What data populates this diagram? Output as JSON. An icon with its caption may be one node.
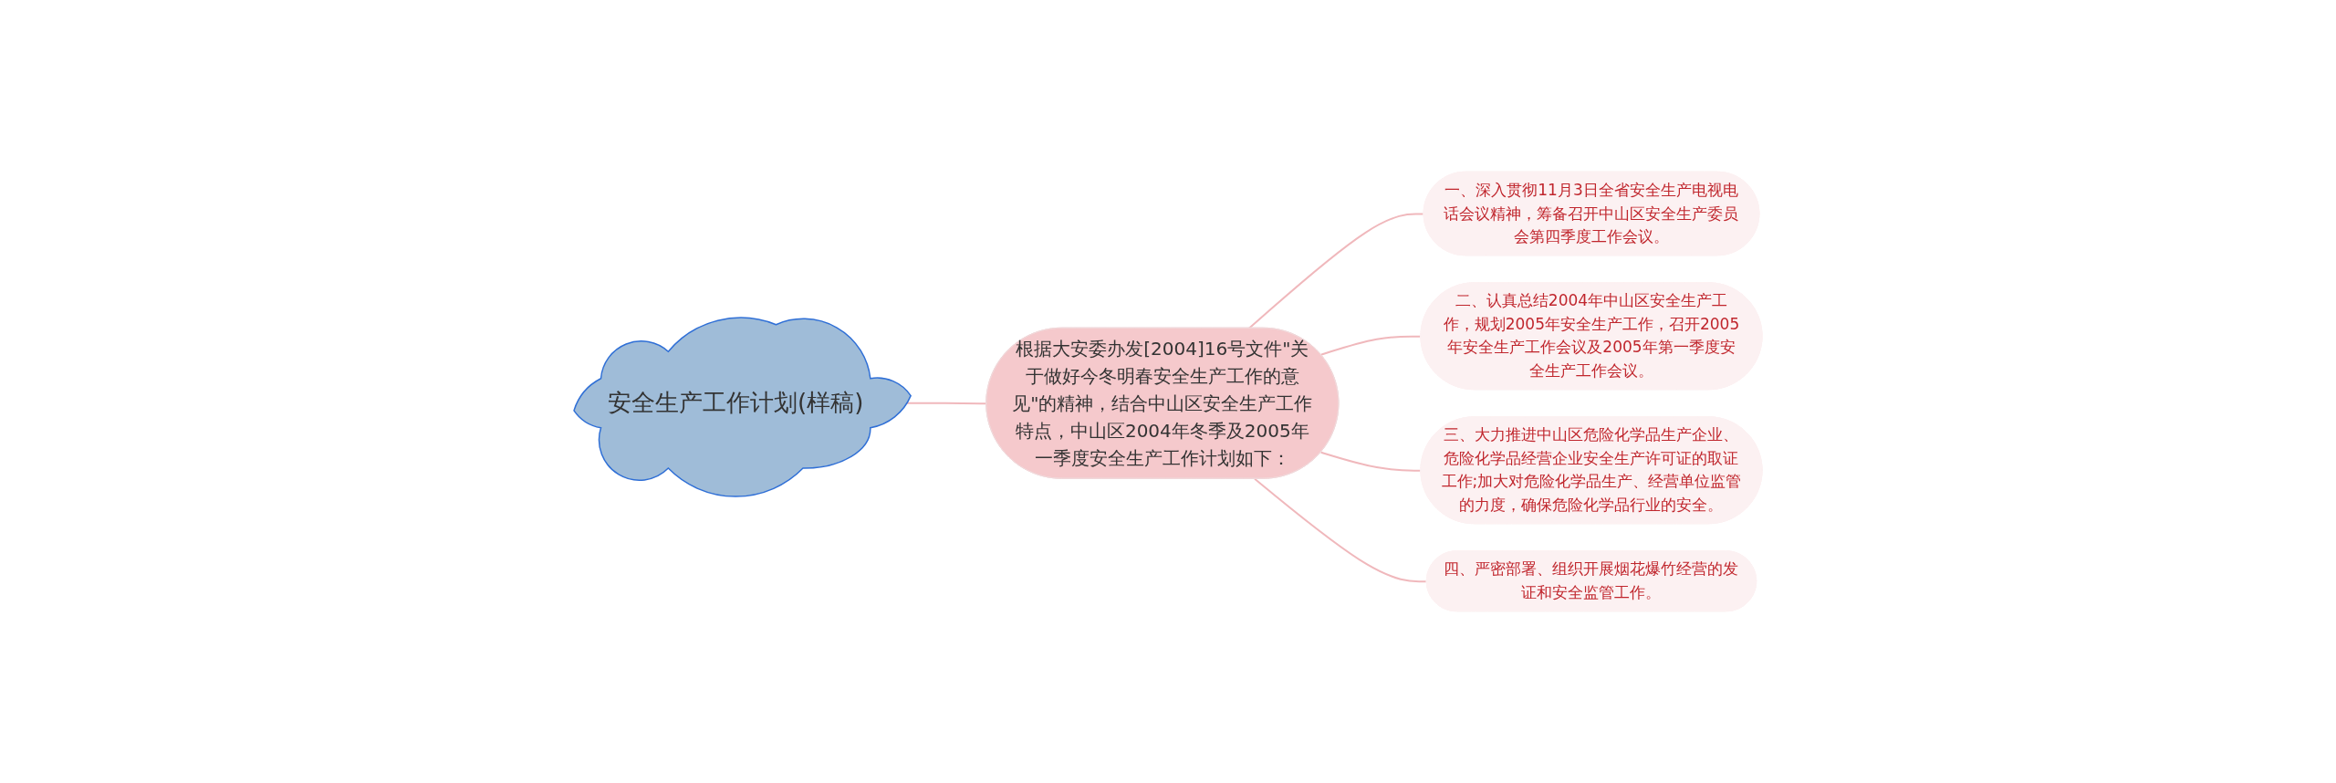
{
  "diagram": {
    "nodes": [
      {
        "text": [
          "安全生产工作计划(样稿)"
        ]
      },
      {
        "text": [
          "根据大安委办发[2004]16号文件\"关于做好今冬明春安全生产工作的意见\"的精神，结合中山区安全生产工作特点，中山区2004年冬季及2005年一季度安全生产工作计划如下："
        ]
      },
      {
        "text": [
          "一、深入贯彻11月3日全省安全生产电视电话会议精神，筹备召开中山区安全生产委员会第四季度工作会议。"
        ]
      },
      {
        "text": [
          "二、认真总结2004年中山区安全生产工作，规划2005年安全生产工作，召开2005年安全生产工作会议及2005年第一季度安全生产工作会议。"
        ]
      },
      {
        "text": [
          "三、大力推进中山区危险化学品生产企业、危险化学品经营企业安全生产许可证的取证工作;加大对危险化学品生产、经营单位监管的力度，确保危险化学品行业的安全。"
        ]
      },
      {
        "text": [
          "四、严密部署、组织开展烟花爆竹经营的发证和安全监管工作。"
        ]
      }
    ],
    "edges": [
      {
        "from": 0,
        "to": 1,
        "arrow": "none"
      },
      {
        "from": 1,
        "to": 2,
        "arrow": "none"
      },
      {
        "from": 1,
        "to": 3,
        "arrow": "none"
      },
      {
        "from": 1,
        "to": 4,
        "arrow": "none"
      },
      {
        "from": 1,
        "to": 5,
        "arrow": "none"
      }
    ]
  }
}
